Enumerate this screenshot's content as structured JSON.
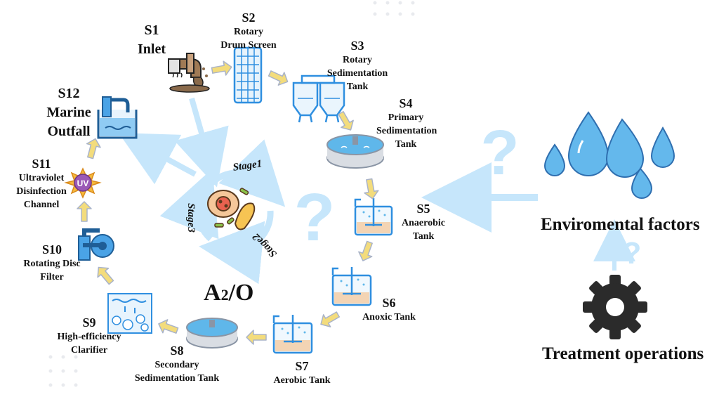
{
  "center": {
    "title_main": "A",
    "title_sub": "2",
    "title_end": "/O",
    "stages": [
      "Stage1",
      "Stage2",
      "Stage3"
    ]
  },
  "steps": [
    {
      "id": "S1",
      "lines": [
        "Inlet"
      ]
    },
    {
      "id": "S2",
      "lines": [
        "Rotary",
        "Drum Screen"
      ]
    },
    {
      "id": "S3",
      "lines": [
        "Rotary",
        "Sedimentation",
        "Tank"
      ]
    },
    {
      "id": "S4",
      "lines": [
        "Primary",
        "Sedimentation",
        "Tank"
      ]
    },
    {
      "id": "S5",
      "lines": [
        "Anaerobic",
        "Tank"
      ]
    },
    {
      "id": "S6",
      "lines": [
        "Anoxic Tank"
      ]
    },
    {
      "id": "S7",
      "lines": [
        "Aerobic Tank"
      ]
    },
    {
      "id": "S8",
      "lines": [
        "Secondary",
        "Sedimentation Tank"
      ]
    },
    {
      "id": "S9",
      "lines": [
        "High-efficiency",
        "Clarifier"
      ]
    },
    {
      "id": "S10",
      "lines": [
        "Rotating Disc",
        "Filter"
      ]
    },
    {
      "id": "S11",
      "lines": [
        "Ultraviolet",
        "Disinfection",
        "Channel"
      ]
    },
    {
      "id": "S12",
      "lines": [
        "Marine",
        "Outfall"
      ]
    }
  ],
  "uv_badge": "UV",
  "factors": {
    "environmental": "Enviromental factors",
    "treatment": "Treatment operations"
  },
  "colors": {
    "arrow_fill": "#f3dc7c",
    "arrow_edge": "#a9b3c9",
    "light_blue": "#c6e6fb",
    "icon_blue": "#2f8fe0",
    "water": "#64b8ec",
    "gear": "#2b2b2b"
  }
}
